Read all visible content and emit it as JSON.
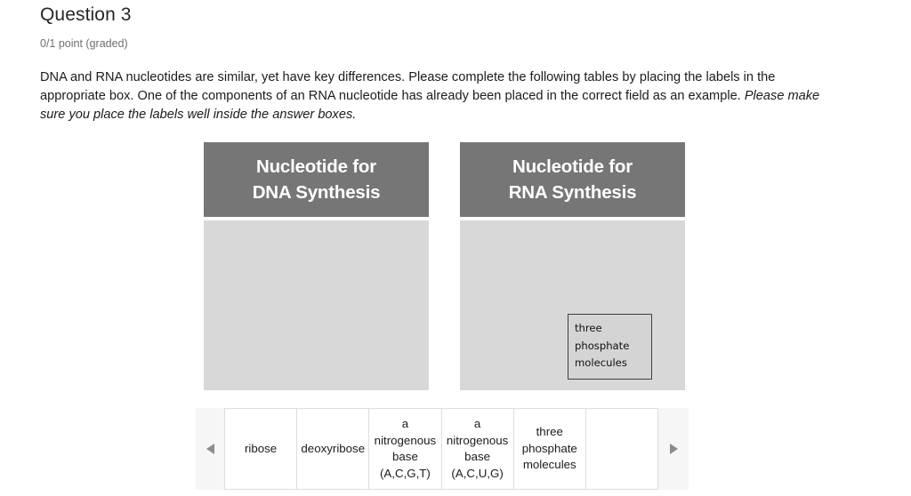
{
  "question": {
    "title": "Question 3",
    "points": "0/1 point (graded)",
    "prompt_main": "DNA and RNA nucleotides are similar, yet have key differences. Please complete the following tables by placing the labels in the appropriate box. One of the components of an RNA nucleotide has already been placed in the correct field as an example.",
    "prompt_emphasis": "Please make sure you place the labels well inside the answer boxes."
  },
  "dropzones": [
    {
      "id": "dna",
      "header_line1": "Nucleotide for",
      "header_line2": "DNA Synthesis",
      "placed_labels": []
    },
    {
      "id": "rna",
      "header_line1": "Nucleotide for",
      "header_line2": "RNA Synthesis",
      "placed_labels": [
        {
          "text": "three phosphate molecules"
        }
      ]
    }
  ],
  "label_bank": {
    "prev_arrow": "◀",
    "next_arrow": "▶",
    "cells": [
      {
        "text": "ribose",
        "empty": false
      },
      {
        "text": "deoxyribose",
        "empty": false
      },
      {
        "text": "a nitrogenous base (A,C,G,T)",
        "empty": false
      },
      {
        "text": "a nitrogenous base (A,C,U,G)",
        "empty": false
      },
      {
        "text": "three phosphate molecules",
        "empty": false
      },
      {
        "text": "",
        "empty": true
      }
    ]
  },
  "colors": {
    "header_bg": "#767676",
    "dropzone_bg": "#d8d8d8",
    "placed_label_bg": "#d4d4d4",
    "placed_label_border": "#3f3f3f",
    "arrow_gray": "#8c8c8c",
    "muted_text": "#707070"
  }
}
